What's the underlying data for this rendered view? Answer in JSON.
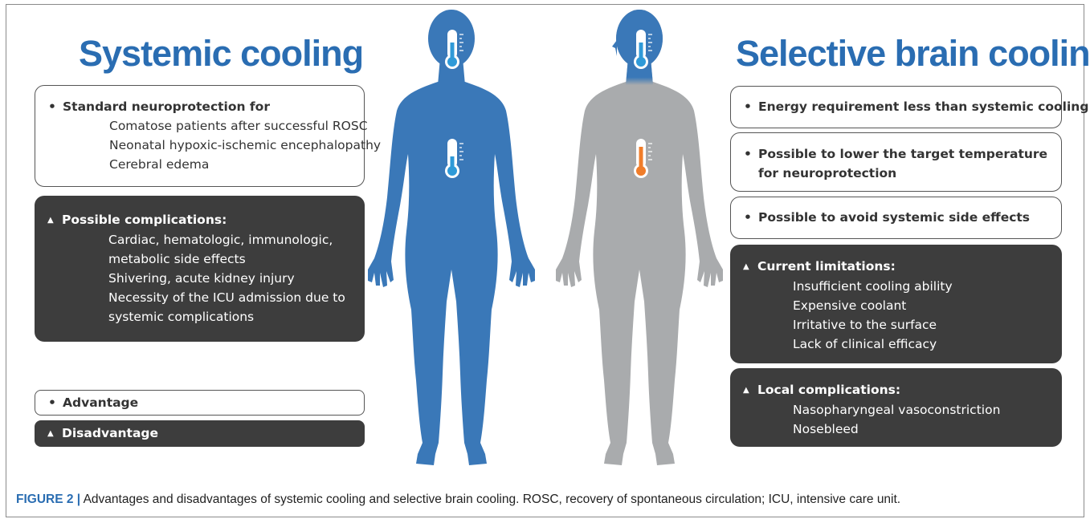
{
  "left_title": "Systemic cooling",
  "right_title": "Selective brain cooling",
  "left": {
    "adv_head": "Standard neuroprotection for",
    "adv_items": [
      "Comatose patients after successful ROSC",
      "Neonatal hypoxic-ischemic encephalopathy",
      "Cerebral edema"
    ],
    "dis_head": "Possible complications:",
    "dis_items": [
      "Cardiac, hematologic, immunologic,",
      "metabolic side effects",
      "Shivering, acute kidney injury",
      "Necessity of the ICU admission due to",
      "systemic complications"
    ]
  },
  "legend": {
    "advantage": "Advantage",
    "disadvantage": "Disadvantage"
  },
  "right": {
    "adv1": "Energy requirement less than systemic cooling",
    "adv2_line1": "Possible to lower the target temperature",
    "adv2_line2": "for neuroprotection",
    "adv3": "Possible to avoid systemic side effects",
    "lim_head": "Current limitations:",
    "lim_items": [
      "Insufficient cooling ability",
      "Expensive coolant",
      "Irritative to the surface",
      "Lack of clinical efficacy"
    ],
    "loc_head": "Local complications:",
    "loc_items": [
      "Nasopharyngeal vasoconstriction",
      "Nosebleed"
    ]
  },
  "markers": {
    "advantage": "•",
    "disadvantage": "▲"
  },
  "colors": {
    "blue": "#3a78b8",
    "gray": "#a9abad",
    "title": "#2a6db2",
    "dark_box": "#3d3d3d",
    "warm": "#f07d2a",
    "cool": "#2f9ad8"
  },
  "caption": {
    "label": "FIGURE 2 |",
    "text": " Advantages and disadvantages of systemic cooling and selective brain cooling. ROSC, recovery of spontaneous circulation; ICU, intensive care unit."
  }
}
